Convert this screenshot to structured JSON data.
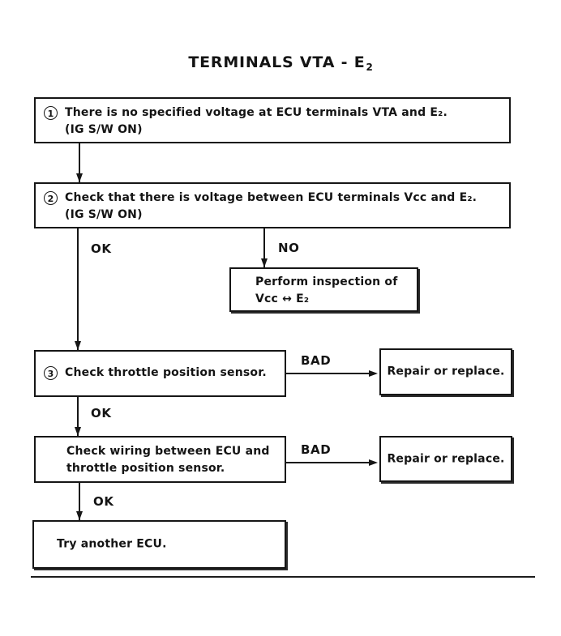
{
  "page": {
    "title_main": "TERMINALS VTA - E",
    "title_sub": "2"
  },
  "flowchart": {
    "boxes": {
      "step1": {
        "number": "1",
        "line1": "There is no specified voltage at ECU terminals VTA and E₂.",
        "line2": "(IG S/W ON)"
      },
      "step2": {
        "number": "2",
        "line1": "Check that there is voltage between ECU terminals Vcc and E₂.",
        "line2": "(IG S/W ON)"
      },
      "inspect_vcc": {
        "line1": "Perform inspection of",
        "line2": "Vcc ↔ E₂"
      },
      "step3": {
        "number": "3",
        "line1": "Check throttle position sensor."
      },
      "check_wiring": {
        "line1": "Check wiring between ECU and",
        "line2": "throttle position sensor."
      },
      "repair1": {
        "label": "Repair or replace."
      },
      "repair2": {
        "label": "Repair or replace."
      },
      "try_ecu": {
        "label": "Try another ECU."
      }
    },
    "labels": {
      "ok1": "OK",
      "no": "NO",
      "bad1": "BAD",
      "ok2": "OK",
      "bad2": "BAD",
      "ok3": "OK"
    }
  },
  "colors": {
    "ink": "#161616",
    "paper": "#ffffff"
  }
}
